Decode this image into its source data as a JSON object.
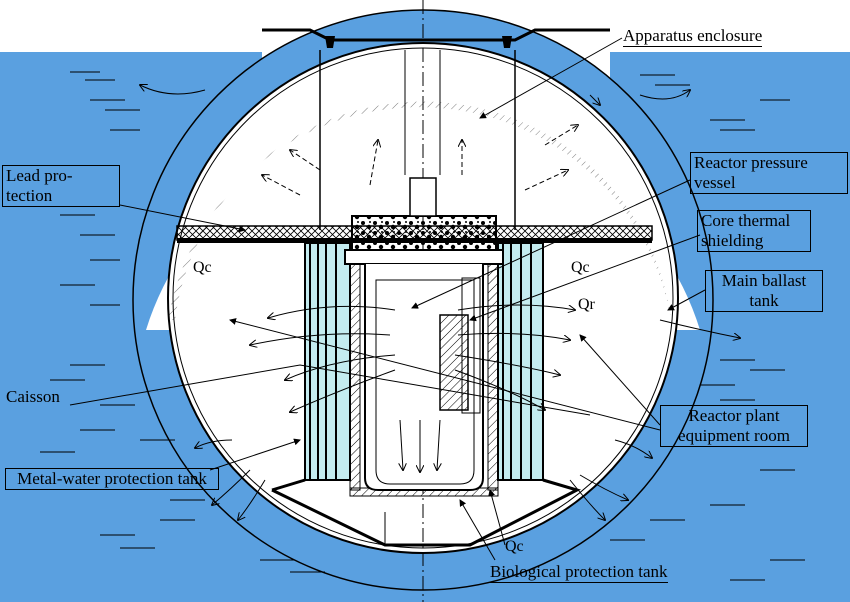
{
  "diagram": {
    "labels": {
      "apparatus_enclosure": "Apparatus enclosure",
      "reactor_pressure_vessel": "Reactor pressure vessel",
      "core_thermal_shielding": "Core thermal shielding",
      "lead_protection": "Lead pro- tection",
      "main_ballast_tank": "Main ballast tank",
      "caisson": "Caisson",
      "reactor_plant_equipment_room": "Reactor plant equipment room",
      "metal_water_protection_tank": "Metal-water protection tank",
      "biological_protection_tank": "Biological protection tank"
    },
    "heat_labels": {
      "qc_left": "Qc",
      "qc_right": "Qc",
      "qr": "Qr",
      "qc_bottom": "Qc"
    },
    "colors": {
      "water": "#5aa0e0",
      "hull_fill": "#ffffff",
      "tank_fill": "#c4ecf0",
      "outline": "#000000"
    }
  }
}
